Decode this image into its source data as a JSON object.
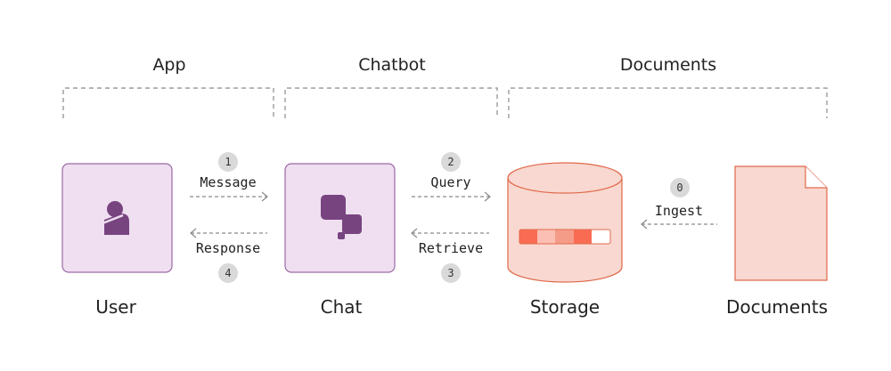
{
  "groups": {
    "app": "App",
    "chatbot": "Chatbot",
    "documents": "Documents"
  },
  "nodes": {
    "user": "User",
    "chat": "Chat",
    "storage": "Storage",
    "documents": "Documents"
  },
  "edges": {
    "message": {
      "step": "1",
      "label": "Message"
    },
    "query": {
      "step": "2",
      "label": "Query"
    },
    "retrieve": {
      "step": "3",
      "label": "Retrieve"
    },
    "response": {
      "step": "4",
      "label": "Response"
    },
    "ingest": {
      "step": "0",
      "label": "Ingest"
    }
  },
  "colors": {
    "purple_fill": "#efdff0",
    "purple_stroke": "#9a6aa8",
    "purple_icon": "#774480",
    "salmon_fill": "#f8d8d0",
    "salmon_stroke": "#e0684a",
    "bar_red": "#fa6b54",
    "bar_light": "#fbc0b3",
    "bar_mid": "#f59c89",
    "bar_white": "#ffffff",
    "step_gray": "#d9d9d9",
    "dash_gray": "#8a8a8a"
  }
}
